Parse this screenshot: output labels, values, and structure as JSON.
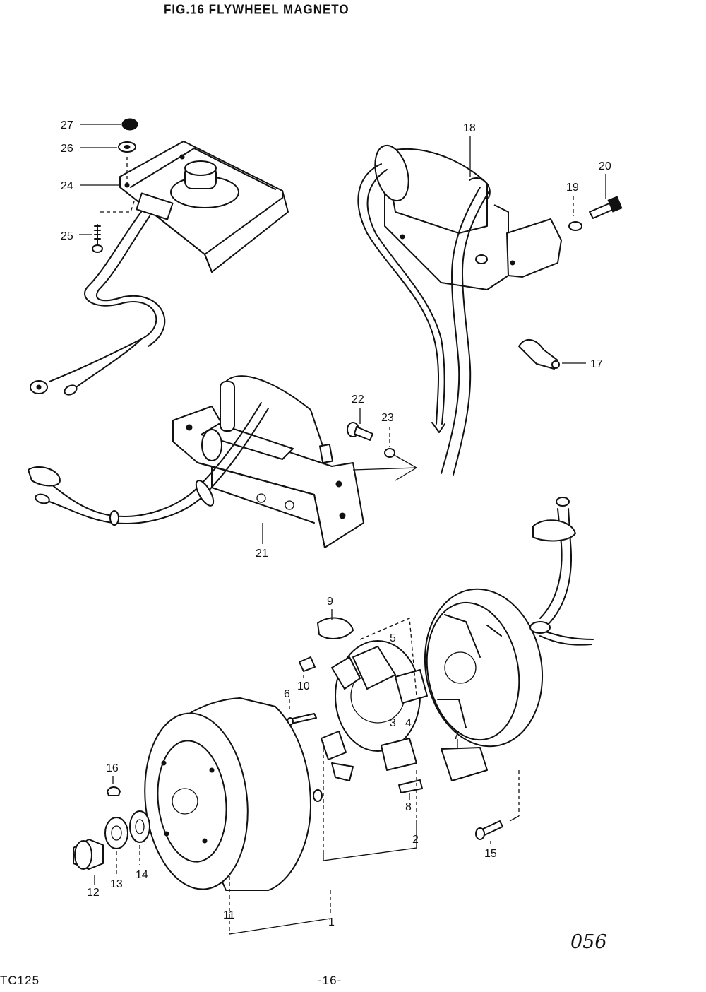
{
  "header": {
    "title": "FIG.16  FLYWHEEL MAGNETO"
  },
  "footer": {
    "model": "TC125",
    "page": "-16-",
    "plate_number": "056"
  },
  "parts": [
    {
      "id": "p1",
      "label": "1"
    },
    {
      "id": "p2",
      "label": "2"
    },
    {
      "id": "p3",
      "label": "3"
    },
    {
      "id": "p4",
      "label": "4"
    },
    {
      "id": "p5",
      "label": "5"
    },
    {
      "id": "p6",
      "label": "6"
    },
    {
      "id": "p7",
      "label": "7"
    },
    {
      "id": "p8",
      "label": "8"
    },
    {
      "id": "p9",
      "label": "9"
    },
    {
      "id": "p10",
      "label": "10"
    },
    {
      "id": "p11",
      "label": "11"
    },
    {
      "id": "p12",
      "label": "12"
    },
    {
      "id": "p13",
      "label": "13"
    },
    {
      "id": "p14",
      "label": "14"
    },
    {
      "id": "p15",
      "label": "15"
    },
    {
      "id": "p16",
      "label": "16"
    },
    {
      "id": "p17",
      "label": "17"
    },
    {
      "id": "p18",
      "label": "18"
    },
    {
      "id": "p19",
      "label": "19"
    },
    {
      "id": "p20",
      "label": "20"
    },
    {
      "id": "p21",
      "label": "21"
    },
    {
      "id": "p22",
      "label": "22"
    },
    {
      "id": "p23",
      "label": "23"
    },
    {
      "id": "p24",
      "label": "24"
    },
    {
      "id": "p25",
      "label": "25"
    },
    {
      "id": "p26",
      "label": "26"
    },
    {
      "id": "p27",
      "label": "27"
    }
  ]
}
